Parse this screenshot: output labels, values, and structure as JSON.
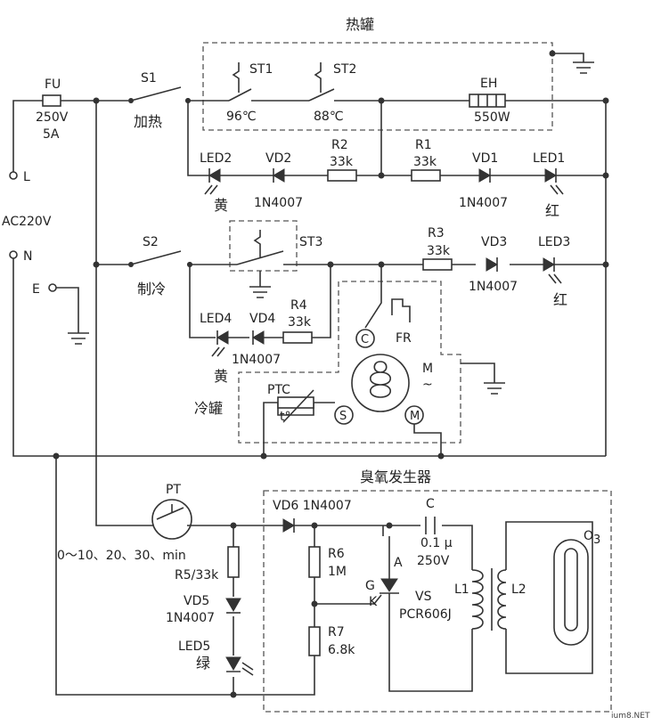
{
  "labels": {
    "hot_tank": "热罐",
    "cold_tank": "冷罐",
    "ozone_gen": "臭氧发生器",
    "fu": "FU",
    "fu_rating1": "250V",
    "fu_rating2": "5A",
    "s1": "S1",
    "s1_text": "加热",
    "s2": "S2",
    "s2_text": "制冷",
    "L": "L",
    "N": "N",
    "E": "E",
    "ac": "AC220V",
    "st1": "ST1",
    "st1_t": "96℃",
    "st2": "ST2",
    "st2_t": "88℃",
    "eh": "EH",
    "eh_p": "550W",
    "led2": "LED2",
    "led2_c": "黄",
    "vd2": "VD2",
    "vd2_p": "1N4007",
    "r2": "R2",
    "r2_v": "33k",
    "r1": "R1",
    "r1_v": "33k",
    "vd1": "VD1",
    "vd1_p": "1N4007",
    "led1": "LED1",
    "led1_c": "红",
    "st3": "ST3",
    "r3": "R3",
    "r3_v": "33k",
    "vd3": "VD3",
    "vd3_p": "1N4007",
    "led3": "LED3",
    "led3_c": "红",
    "led4": "LED4",
    "led4_c": "黄",
    "vd4": "VD4",
    "vd4_p": "1N4007",
    "r4": "R4",
    "r4_v": "33k",
    "fr": "FR",
    "c_pin": "C",
    "s_pin": "S",
    "m_pin": "M",
    "m": "M",
    "m_tilde": "~",
    "ptc": "PTC",
    "t": "t°",
    "pt": "PT",
    "timer": "0～10、20、30、min",
    "r5": "R5/33k",
    "vd5": "VD5",
    "vd5_p": "1N4007",
    "led5": "LED5",
    "led5_c": "绿",
    "vd6": "VD6 1N4007",
    "r6": "R6",
    "r6_v": "1M",
    "r7": "R7",
    "r7_v": "6.8k",
    "cap": "C",
    "cap_v1": "0.1 μ",
    "cap_v2": "250V",
    "a": "A",
    "g": "G",
    "k": "K",
    "vs": "VS",
    "vs_p": "PCR606J",
    "l1": "L1",
    "l2": "L2",
    "o3": "O",
    "o3_sub": "3",
    "watermark": "ium8.NET"
  }
}
